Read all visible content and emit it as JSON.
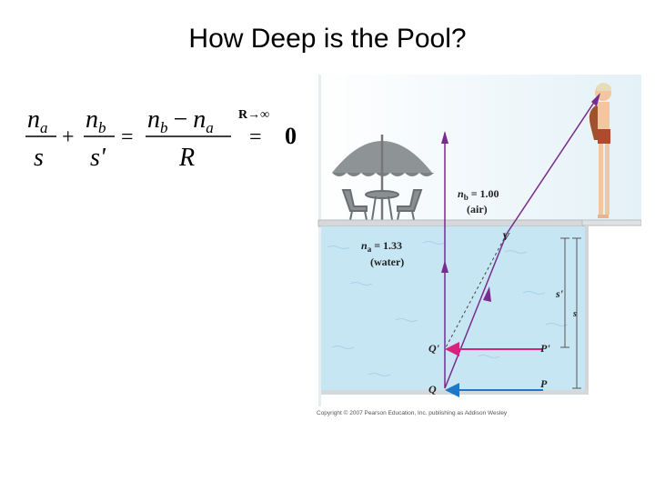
{
  "title": "How Deep is the Pool?",
  "formula": {
    "n_sym": "n",
    "sub_a": "a",
    "sub_b": "b",
    "s": "s",
    "s_prime": "s'",
    "R": "R",
    "plus": "+",
    "minus": "−",
    "equals": "=",
    "limit_label": "R→∞",
    "result": "0"
  },
  "diagram": {
    "nb_label": "n",
    "nb_sub": "b",
    "nb_value": "= 1.00",
    "air_label": "(air)",
    "na_label": "n",
    "na_sub": "a",
    "na_value": "= 1.33",
    "water_label": "(water)",
    "V": "V",
    "Q_prime": "Q'",
    "Q": "Q",
    "P_prime": "P'",
    "P": "P",
    "s_prime_dim": "s'",
    "s_dim": "s",
    "colors": {
      "ray": "#7a2c8c",
      "image_arrow": "#d6247e",
      "object_arrow": "#1e78c8",
      "water": "#c7e6f4",
      "deck": "#d6d9db"
    }
  },
  "copyright": "Copyright © 2007 Pearson Education, Inc. publishing as Addison Wesley"
}
